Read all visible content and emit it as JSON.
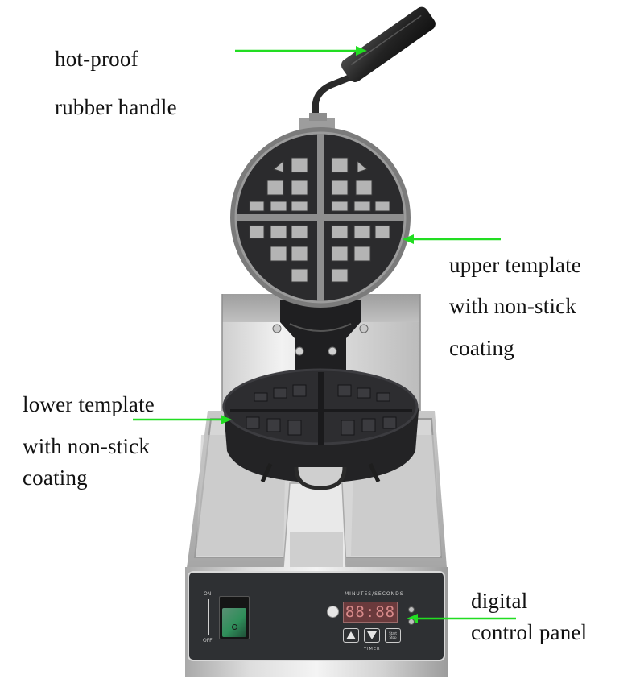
{
  "annotations": {
    "handle": {
      "line1": "hot-proof",
      "line2": "rubber handle"
    },
    "upper_template": {
      "line1": "upper template",
      "line2": "with non-stick",
      "line3": "coating"
    },
    "lower_template": {
      "line1": "lower template",
      "line2": "with non-stick",
      "line3": "coating"
    },
    "control_panel": {
      "line1": "digital",
      "line2": "control panel"
    }
  },
  "control_panel": {
    "display_header": "MINUTES/SECONDS",
    "display_value": "88:88",
    "timer_label": "TIMER",
    "power_switch": {
      "on_label": "ON",
      "off_label": "OFF"
    },
    "buttons": [
      {
        "name": "up",
        "icon": "triangle-up-icon"
      },
      {
        "name": "down",
        "icon": "triangle-down-icon"
      },
      {
        "name": "start-stop",
        "label_top": "Start",
        "label_bottom": "Stop"
      }
    ]
  },
  "colors": {
    "arrow": "#22dd22",
    "panel": "#2e3033",
    "display_bg": "#6a3a3c",
    "display_digits": "#d88a8a",
    "stainless_light": "#e2e2e2",
    "stainless_mid": "#b9b9b9",
    "plate_dark": "#2a2a2c",
    "switch_green": "#2f8f5a"
  }
}
